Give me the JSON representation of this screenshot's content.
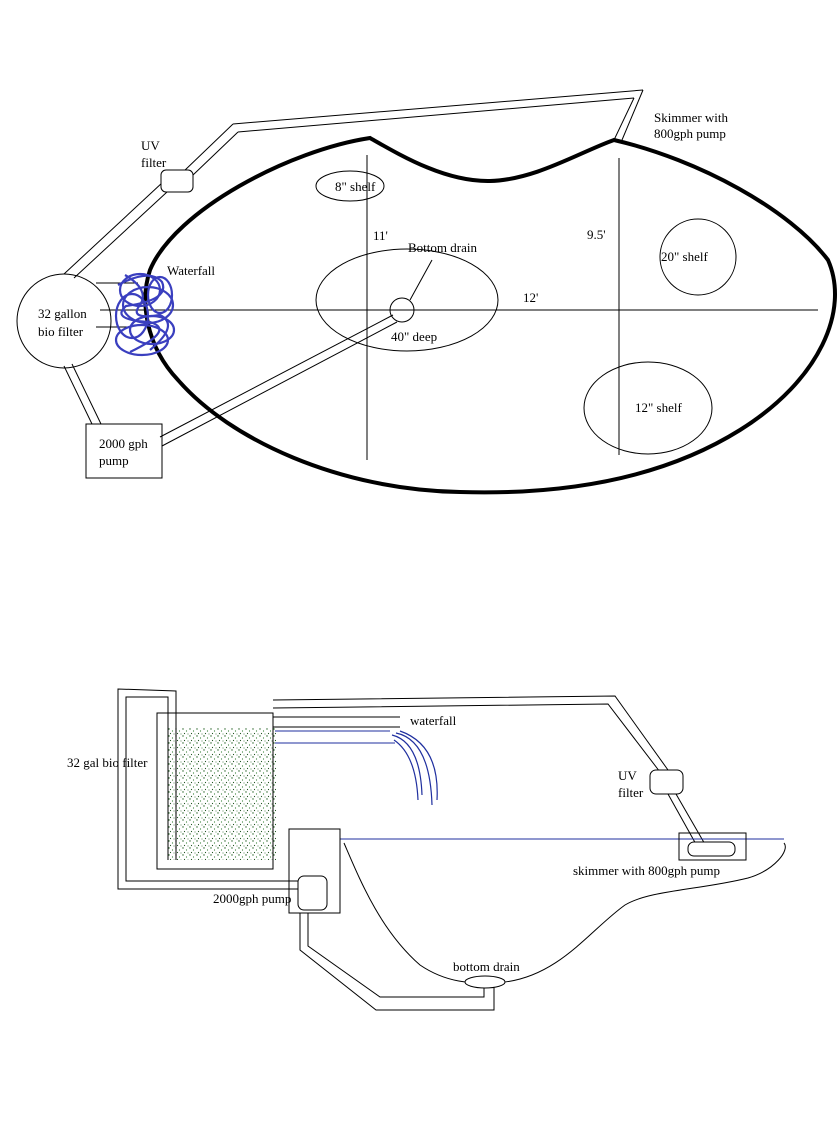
{
  "colors": {
    "background": "#ffffff",
    "ink": "#000000",
    "waterfall_scribble": "#3a3fbf",
    "water_line": "#1f2f9f",
    "bio_media": "#1c5c1c"
  },
  "top_view": {
    "labels": {
      "uv_line1": "UV",
      "uv_line2": "filter",
      "skimmer_line1": "Skimmer with",
      "skimmer_line2": "800gph pump",
      "shelf_8": "8\" shelf",
      "dim_11": "11'",
      "dim_9_5": "9.5'",
      "shelf_20": "20\" shelf",
      "waterfall": "Waterfall",
      "bottom_drain": "Bottom drain",
      "biofilter_line1": "32 gallon",
      "biofilter_line2": "bio filter",
      "dim_12": "12'",
      "deep_40": "40\" deep",
      "pump_line1": "2000 gph",
      "pump_line2": "pump",
      "shelf_12": "12\" shelf"
    }
  },
  "side_view": {
    "labels": {
      "waterfall": "waterfall",
      "bio_filter": "32 gal bio filter",
      "uv_line1": "UV",
      "uv_line2": "filter",
      "skimmer": "skimmer with 800gph pump",
      "pump": "2000gph pump",
      "bottom_drain": "bottom drain"
    }
  }
}
